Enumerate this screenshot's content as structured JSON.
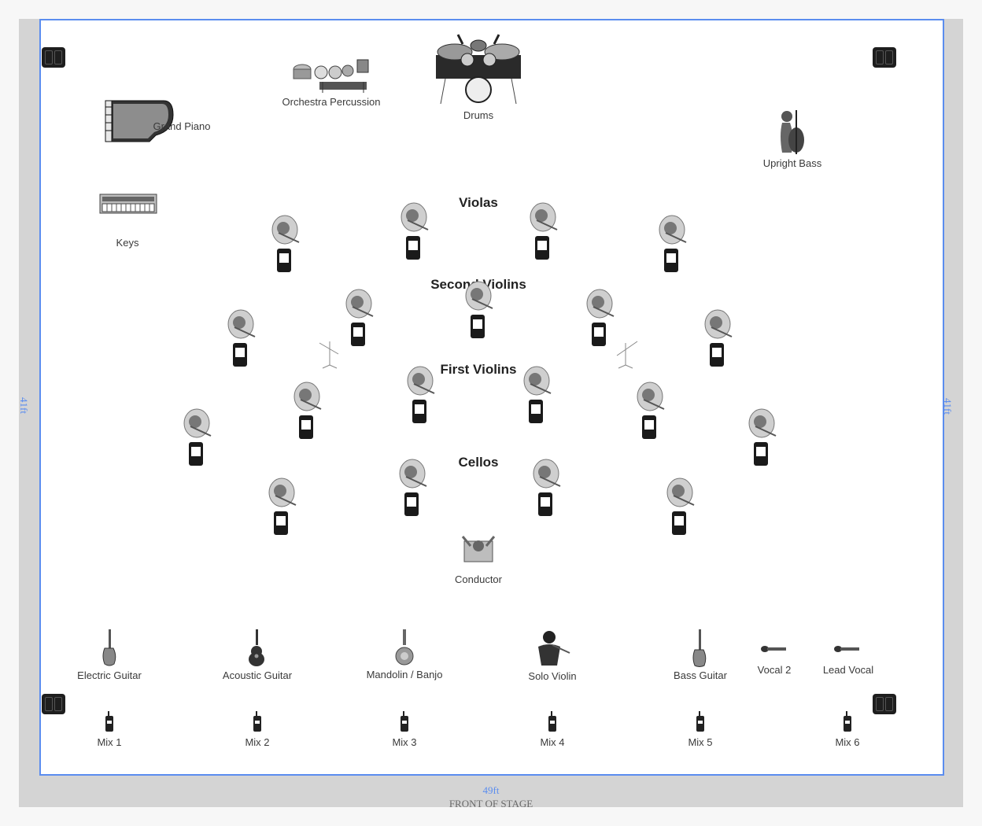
{
  "stage": {
    "width_label": "49ft",
    "depth_label": "41ft",
    "front_label": "FRONT OF STAGE"
  },
  "sections": {
    "violas": "Violas",
    "second_violins": "Second Violins",
    "first_violins": "First Violins",
    "cellos": "Cellos"
  },
  "instruments": {
    "orchestra_percussion": "Orchestra Percussion",
    "drums": "Drums",
    "grand_piano": "Grand Piano",
    "upright_bass": "Upright Bass",
    "keys": "Keys",
    "conductor": "Conductor",
    "electric_guitar": "Electric Guitar",
    "acoustic_guitar": "Acoustic Guitar",
    "mandolin_banjo": "Mandolin / Banjo",
    "solo_violin": "Solo Violin",
    "bass_guitar": "Bass Guitar",
    "vocal_2": "Vocal 2",
    "lead_vocal": "Lead Vocal"
  },
  "mixes": [
    "Mix 1",
    "Mix 2",
    "Mix 3",
    "Mix 4",
    "Mix 5",
    "Mix 6"
  ]
}
